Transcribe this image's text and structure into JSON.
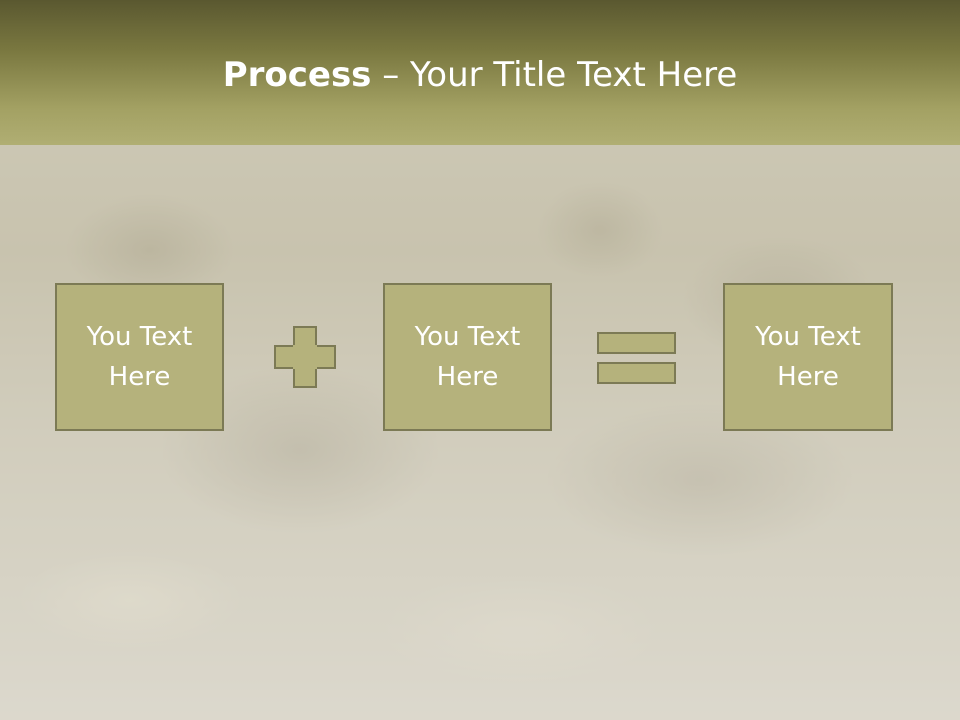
{
  "slide": {
    "title_bold": "Process",
    "title_rest": " – Your Title Text Here",
    "boxes": [
      {
        "line1": "You Text",
        "line2": "Here"
      },
      {
        "line1": "You Text",
        "line2": "Here"
      },
      {
        "line1": "You Text",
        "line2": "Here"
      }
    ],
    "operators": [
      "plus-icon",
      "equals-icon"
    ]
  },
  "colors": {
    "header_dark": "#5a5830",
    "header_light": "#b0ae73",
    "box_fill": "#b5b27c",
    "box_border": "#7c7a55",
    "text": "#ffffff"
  }
}
